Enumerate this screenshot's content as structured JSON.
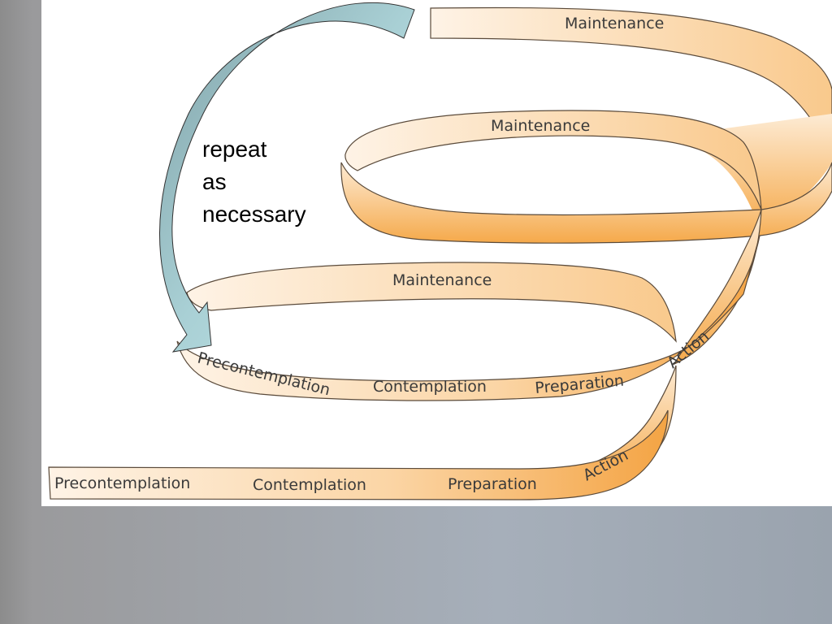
{
  "diagram": {
    "note": [
      "repeat",
      "as",
      "necessary"
    ],
    "bottom_band": [
      "Precontemplation",
      "Contemplation",
      "Preparation",
      "Action"
    ],
    "lower_loop": [
      "Precontemplation",
      "Contemplation",
      "Preparation",
      "Action"
    ],
    "maintenance_labels": [
      "Maintenance",
      "Maintenance",
      "Maintenance"
    ]
  },
  "colors": {
    "band_light": "#fdebd4",
    "band_dark": "#f4a444",
    "band_stroke": "#5a4a3a",
    "arrow_light": "#bfe3e6",
    "arrow_dark": "#7fa1a7"
  }
}
